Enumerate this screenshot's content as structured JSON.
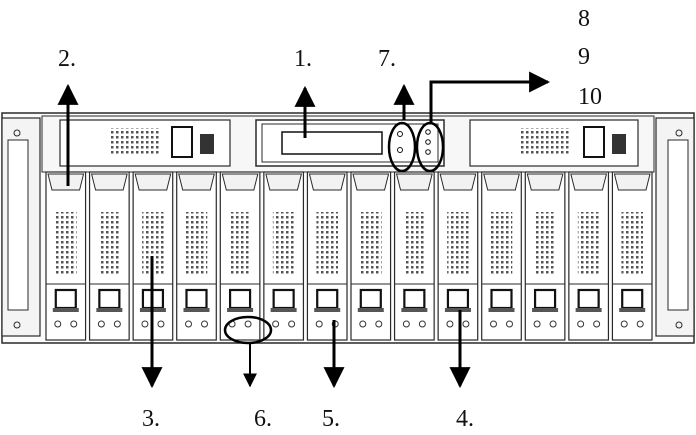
{
  "callouts": {
    "c1": "1.",
    "c2": "2.",
    "c3": "3.",
    "c4": "4.",
    "c5": "5.",
    "c6": "6.",
    "c7": "7.",
    "c8": "8",
    "c9": "9",
    "c10": "10"
  },
  "chassis": {
    "drive_bay_count": 14
  },
  "colors": {
    "stroke": "#2a2a2a",
    "panel_fill": "#f7f7f7",
    "arrow": "#000000"
  }
}
